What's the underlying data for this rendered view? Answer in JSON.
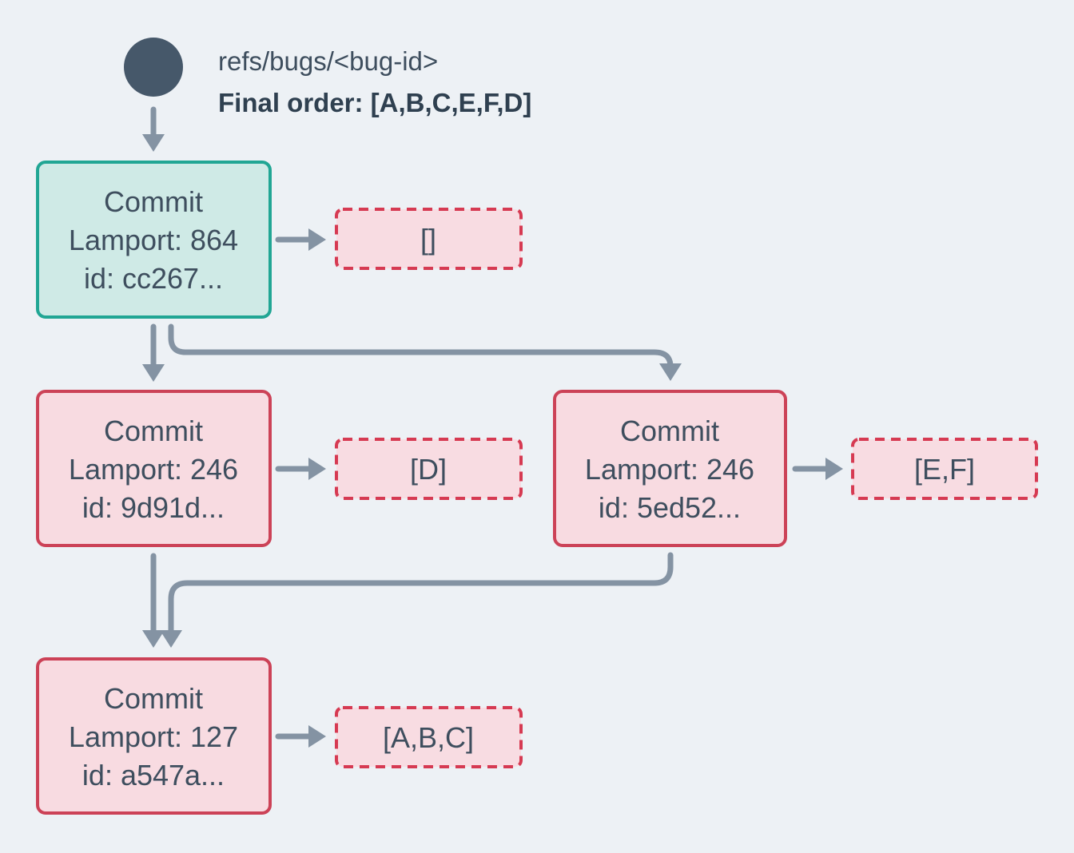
{
  "diagram": {
    "header": {
      "ref_label": "refs/bugs/<bug-id>",
      "final_order_label": "Final order: [A,B,C,E,F,D]"
    },
    "commits": [
      {
        "label": "Commit",
        "lamport": "Lamport: 864",
        "id_text": "id: cc267...",
        "operations": "[]",
        "variant": "teal"
      },
      {
        "label": "Commit",
        "lamport": "Lamport: 246",
        "id_text": "id: 9d91d...",
        "operations": "[D]",
        "variant": "pink"
      },
      {
        "label": "Commit",
        "lamport": "Lamport: 246",
        "id_text": "id: 5ed52...",
        "operations": "[E,F]",
        "variant": "pink"
      },
      {
        "label": "Commit",
        "lamport": "Lamport: 127",
        "id_text": "id: a547a...",
        "operations": "[A,B,C]",
        "variant": "pink"
      }
    ],
    "colors": {
      "background": "#edf1f5",
      "head_node": "#46586a",
      "arrow": "#8493a3",
      "teal_border": "#21a694",
      "teal_fill": "#cfeae6",
      "crimson_border": "#cc4257",
      "pink_fill": "#f8dbe1",
      "dashed_border": "#d63a52",
      "dashed_fill": "#f8dce2",
      "text": "#3e4e5e"
    }
  }
}
